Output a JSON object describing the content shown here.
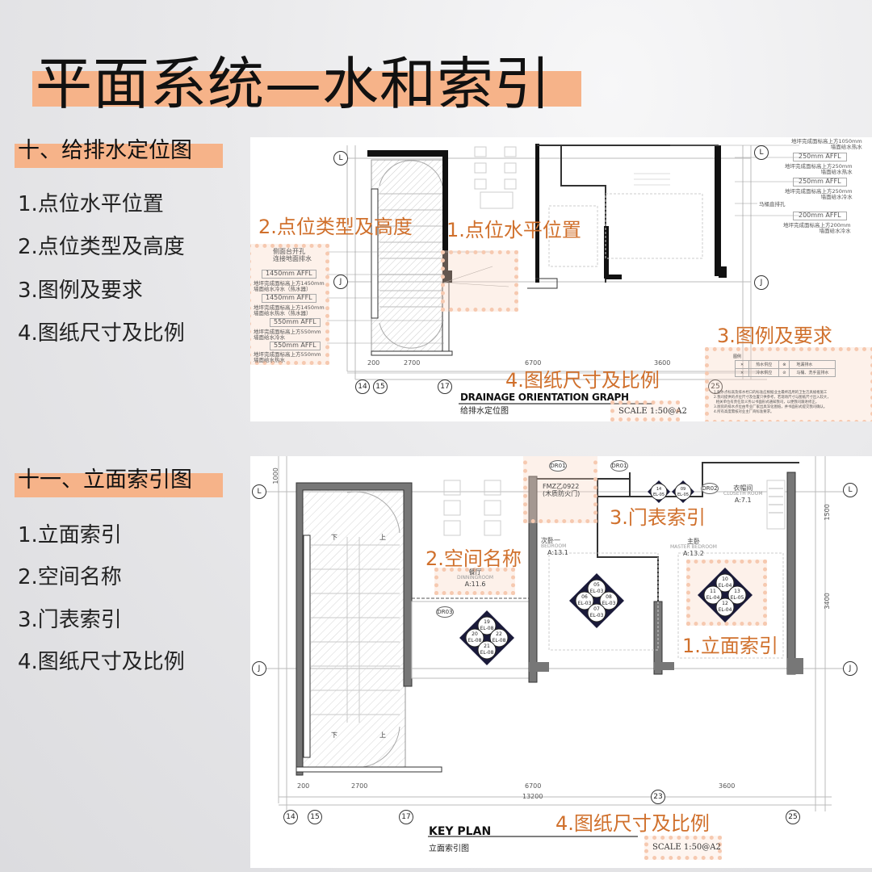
{
  "title": "平面系统—水和索引",
  "section1": {
    "heading": "十、给排水定位图",
    "items": [
      "1.点位水平位置",
      "2.点位类型及高度",
      "3.图例及要求",
      "4.图纸尺寸及比例"
    ]
  },
  "section2": {
    "heading": "十一、立面索引图",
    "items": [
      "1.立面索引",
      "2.空间名称",
      "3.门表索引",
      "4.图纸尺寸及比例"
    ]
  },
  "drawing1": {
    "annotations": [
      "1.点位水平位置",
      "2.点位类型及高度",
      "3.图例及要求",
      "4.图纸尺寸及比例"
    ],
    "title_en": "DRAINAGE ORIENTATION GRAPH",
    "title_cn": "给排水定位图",
    "scale": "SCALE 1:50@A2",
    "grid_rows": [
      "L",
      "J"
    ],
    "grid_cols": [
      "14",
      "15",
      "17",
      "25"
    ],
    "dims": [
      "2700",
      "6700",
      "3600",
      "200"
    ],
    "left_notes": [
      {
        "tag": "",
        "text": "侧面台开孔\n连接地面排水"
      },
      {
        "tag": "1450mm AFFL",
        "text": "地坪完成面标高上方1450mm\n墙面给水冷水（热水器）"
      },
      {
        "tag": "1450mm AFFL",
        "text": "地坪完成面标高上方1450mm\n墙面给水热水（热水器）"
      },
      {
        "tag": "550mm AFFL",
        "text": "地坪完成面标高上方550mm\n墙面给水冷水"
      },
      {
        "tag": "550mm AFFL",
        "text": "地坪完成面标高上方550mm\n墙面给水热水"
      }
    ],
    "right_notes": [
      {
        "tag": "",
        "text": "地坪完成面标高上方1050mm\n墙面给水热水"
      },
      {
        "tag": "250mm AFFL",
        "text": "地坪完成面标高上方250mm\n墙面给水热水"
      },
      {
        "tag": "250mm AFFL",
        "text": "地坪完成面标高上方250mm\n墙面给水冷水"
      },
      {
        "tag": "",
        "text": "马桶直排孔"
      },
      {
        "tag": "200mm AFFL",
        "text": "地坪完成面标高上方200mm\n墙面给水冷水"
      }
    ],
    "legend": {
      "title": "图例",
      "rows": [
        [
          "热水供应",
          "地漏排水"
        ],
        [
          "冷水供应",
          "马桶、洗手盆排水"
        ]
      ],
      "notes": [
        "1.配水点标高及排水栓口的标准应根据业主最终选用的卫生洁具规格施工",
        "2.我司提供的点位尺寸及位置只供参考，若现场尺寸与图纸尺寸出入较大，",
        "  相关单位有责任及义务以书面形式通知我司，以便我司跟进修正。",
        "3.厨房的排水点位由专业厂家出具深化图纸，并书面形式提交我司确认。",
        "4.所有高度需核对业主厂商标准要求。"
      ]
    }
  },
  "drawing2": {
    "annotations": [
      "1.立面索引",
      "2.空间名称",
      "3.门表索引",
      "4.图纸尺寸及比例"
    ],
    "title_en": "KEY PLAN",
    "title_cn": "立面索引图",
    "scale": "SCALE 1:50@A2",
    "grid_rows": [
      "L",
      "J"
    ],
    "grid_cols": [
      "14",
      "15",
      "17",
      "23",
      "25"
    ],
    "dims": [
      "200",
      "2700",
      "6700",
      "3600",
      "13200",
      "1500",
      "3400",
      "1000"
    ],
    "stair_labels": [
      "下",
      "上",
      "下",
      "上"
    ],
    "rooms": [
      {
        "cn": "餐厅",
        "en": "DINNINGROOM",
        "area": "A:11.6"
      },
      {
        "cn": "次卧一",
        "en": "BEDROOM",
        "area": "A:13.1"
      },
      {
        "cn": "主卧",
        "en": "MASTER BEDROOM",
        "area": "A:13.2"
      },
      {
        "cn": "衣帽间",
        "en": "CLOSETH ROOM",
        "area": "A:7.1"
      }
    ],
    "doors": [
      "DR01",
      "DR01",
      "DR02",
      "DR03"
    ],
    "door_spec": [
      "FMZ乙0922",
      "(木质防火门)"
    ],
    "index_bedroom": {
      "top": [
        "05",
        "EL-03"
      ],
      "left": [
        "06",
        "EL-03"
      ],
      "right": [
        "08",
        "EL-03"
      ],
      "bottom": [
        "07",
        "EL-03"
      ]
    },
    "index_dining": {
      "top": [
        "19",
        "EL-08"
      ],
      "left": [
        "20",
        "EL-08"
      ],
      "right": [
        "22",
        "EL-08"
      ],
      "bottom": [
        "21",
        "EL-08"
      ]
    },
    "index_master": {
      "top": [
        "10",
        "EL-04"
      ],
      "left": [
        "11",
        "EL-04"
      ],
      "right": [
        "13",
        "EL-05"
      ],
      "bottom": [
        "12",
        "EL-04"
      ]
    },
    "index_small": [
      [
        "14",
        "EL-05"
      ],
      [
        "09",
        "EL-05"
      ]
    ]
  },
  "colors": {
    "accent": "#f6b389",
    "annotation": "#d0702c"
  }
}
